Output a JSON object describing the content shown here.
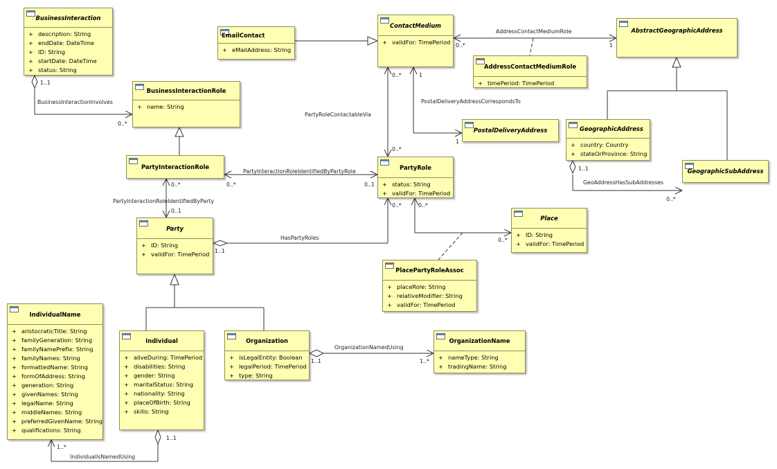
{
  "classes": {
    "business_interaction": {
      "name": "BusinessInteraction",
      "attributes": [
        {
          "vis": "+",
          "text": "description: String"
        },
        {
          "vis": "+",
          "text": "endDate: DateTime"
        },
        {
          "vis": "+",
          "text": "ID: String"
        },
        {
          "vis": "+",
          "text": "startDate: DateTime"
        },
        {
          "vis": "+",
          "text": "status: String"
        }
      ]
    },
    "email_contact": {
      "name": "EmailContact",
      "attributes": [
        {
          "vis": "+",
          "text": "eMailAddress: String"
        }
      ]
    },
    "contact_medium": {
      "name": "ContactMedium",
      "attributes": [
        {
          "vis": "+",
          "text": "validFor: TimePeriod"
        }
      ]
    },
    "abstract_geographic_address": {
      "name": "AbstractGeographicAddress",
      "attributes": []
    },
    "address_contact_medium_role": {
      "name": "AddressContactMediumRole",
      "attributes": [
        {
          "vis": "+",
          "text": "timePeriod: TimePeriod"
        }
      ]
    },
    "business_interaction_role": {
      "name": "BusinessInteractionRole",
      "attributes": [
        {
          "vis": "+",
          "text": "name: String"
        }
      ]
    },
    "postal_delivery_address": {
      "name": "PostalDeliveryAddress",
      "attributes": []
    },
    "geographic_address": {
      "name": "GeographicAddress",
      "attributes": [
        {
          "vis": "+",
          "text": "country: Country"
        },
        {
          "vis": "+",
          "text": "stateOrProvince: String"
        }
      ]
    },
    "party_interaction_role": {
      "name": "PartyInteractionRole",
      "attributes": []
    },
    "party_role": {
      "name": "PartyRole",
      "attributes": [
        {
          "vis": "+",
          "text": "status: String"
        },
        {
          "vis": "+",
          "text": "validFor: TimePeriod"
        }
      ]
    },
    "geographic_sub_address": {
      "name": "GeographicSubAddress",
      "attributes": []
    },
    "place": {
      "name": "Place",
      "attributes": [
        {
          "vis": "+",
          "text": "ID: String"
        },
        {
          "vis": "+",
          "text": "validFor: TimePeriod"
        }
      ]
    },
    "party": {
      "name": "Party",
      "attributes": [
        {
          "vis": "+",
          "text": "ID: String"
        },
        {
          "vis": "+",
          "text": "validFor: TimePeriod"
        }
      ]
    },
    "place_party_role_assoc": {
      "name": "PlacePartyRoleAssoc",
      "attributes": [
        {
          "vis": "+",
          "text": "placeRole: String"
        },
        {
          "vis": "+",
          "text": "relativeModifier: String"
        },
        {
          "vis": "+",
          "text": "validFor: TimePeriod"
        }
      ]
    },
    "individual_name": {
      "name": "IndividualName",
      "attributes": [
        {
          "vis": "+",
          "text": "aristocraticTitle: String"
        },
        {
          "vis": "+",
          "text": "familyGeneration: String"
        },
        {
          "vis": "+",
          "text": "familyNamePrefix: String"
        },
        {
          "vis": "+",
          "text": "familyNames: String"
        },
        {
          "vis": "+",
          "text": "formattedName: String"
        },
        {
          "vis": "+",
          "text": "formOfAddress: String"
        },
        {
          "vis": "+",
          "text": "generation: String"
        },
        {
          "vis": "+",
          "text": "givenNames: String"
        },
        {
          "vis": "+",
          "text": "legalName: String"
        },
        {
          "vis": "+",
          "text": "middleNames: String"
        },
        {
          "vis": "+",
          "text": "preferredGivenName: String"
        },
        {
          "vis": "+",
          "text": "qualifications: String"
        }
      ]
    },
    "individual": {
      "name": "Individual",
      "attributes": [
        {
          "vis": "+",
          "text": "aliveDuring: TimePeriod"
        },
        {
          "vis": "+",
          "text": "disabilities: String"
        },
        {
          "vis": "+",
          "text": "gender: String"
        },
        {
          "vis": "+",
          "text": "maritalStatus: String"
        },
        {
          "vis": "+",
          "text": "nationality: String"
        },
        {
          "vis": "+",
          "text": "placeOfBirth: String"
        },
        {
          "vis": "+",
          "text": "skills: String"
        }
      ]
    },
    "organization": {
      "name": "Organization",
      "attributes": [
        {
          "vis": "+",
          "text": "isLegalEntity: Boolean"
        },
        {
          "vis": "+",
          "text": "legalPeriod: TimePeriod"
        },
        {
          "vis": "+",
          "text": "type: String"
        }
      ]
    },
    "organization_name": {
      "name": "OrganizationName",
      "attributes": [
        {
          "vis": "+",
          "text": "nameType: String"
        },
        {
          "vis": "+",
          "text": "tradingName: String"
        }
      ]
    }
  },
  "associations": {
    "business_interaction_involves": "BusinessInteractionInvolves",
    "address_contact_medium_role": "AddressContactMediumRole",
    "postal_delivery_address_corresponds_to": "PostalDeliveryAddressCorrespondsTo",
    "party_role_contactable_via": "PartyRoleContactableVia",
    "party_interaction_role_identified_by_party_role": "PartyInteractionRoleIdentifiedByPartyRole",
    "party_interaction_role_identified_by_party": "PartyInteractionRoleIdentifiedByParty",
    "geo_address_has_sub_addresses": "GeoAddressHasSubAddresses",
    "has_party_roles": "HasPartyRoles",
    "organization_named_using": "OrganizationNamedUsing",
    "individual_is_named_using": "IndividualIsNamedUsing"
  },
  "multiplicities": {
    "bi_source": "1..1",
    "bi_target": "0..*",
    "acm_contact": "0..*",
    "acm_address": "1",
    "postal_contact": "1",
    "postal_target": "1",
    "contactvia_contact": "0..*",
    "contactvia_role": "0..*",
    "pir_left": "0..*",
    "pir_right": "0..1",
    "pirp_top": "0..*",
    "pirp_bottom": "0..1",
    "geo_source": "1..1",
    "geo_target": "0..*",
    "role_place_role": "0..*",
    "role_place_place": "0..*",
    "haspartyroles_party": "1..1",
    "haspartyroles_role": "0..*",
    "org_source": "1..1",
    "org_target": "1..*",
    "ind_source": "1..1",
    "ind_target": "1..*"
  }
}
